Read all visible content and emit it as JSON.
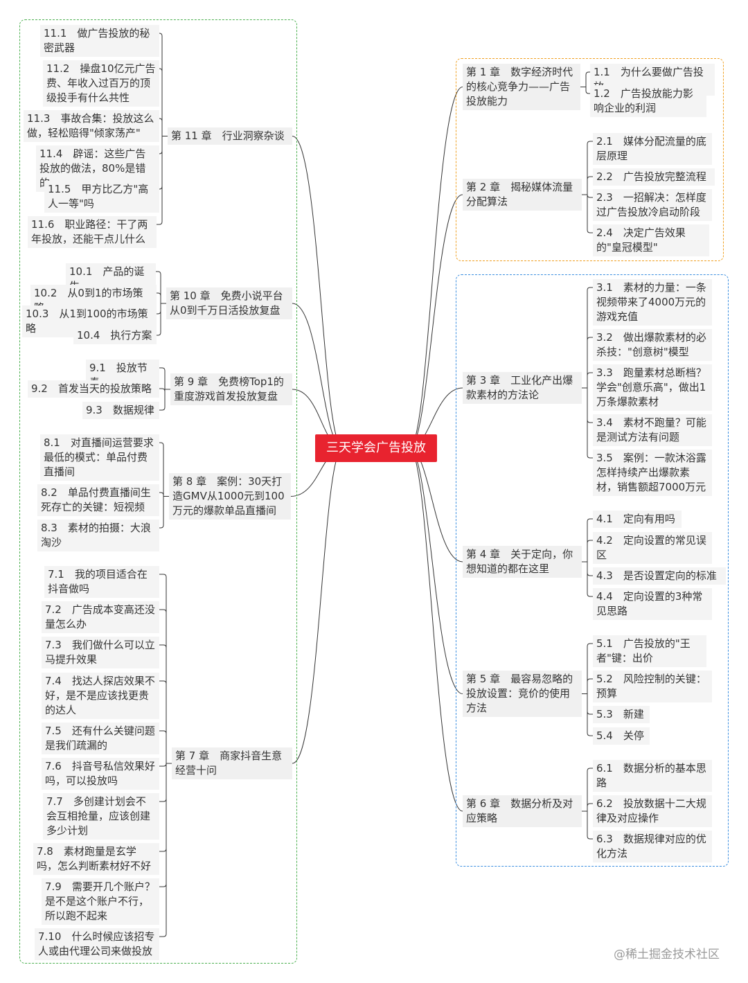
{
  "root": "三天学会广告投放",
  "watermark": "@稀土掘金技术社区",
  "colors": {
    "left_box": "#4cb050",
    "right_top_box": "#f0a020",
    "right_bottom_box": "#3a8ee0",
    "root": "#e8232f",
    "line": "#333333"
  },
  "chapters": {
    "c1": {
      "title": "第 1 章　数字经济时代的核心竞争力——广告投放能力",
      "items": [
        "1.1　为什么要做广告投放",
        "1.2　广告投放能力影响企业的利润"
      ]
    },
    "c2": {
      "title": "第 2 章　揭秘媒体流量分配算法",
      "items": [
        "2.1　媒体分配流量的底层原理",
        "2.2　广告投放完整流程",
        "2.3　一招解决：怎样度过广告投放冷启动阶段",
        "2.4　决定广告效果的\"皇冠模型\""
      ]
    },
    "c3": {
      "title": "第 3 章　工业化产出爆款素材的方法论",
      "items": [
        "3.1　素材的力量：一条视频带来了4000万元的游戏充值",
        "3.2　做出爆款素材的必杀技：\"创意树\"模型",
        "3.3　跑量素材总断档？学会\"创意乐高\"，做出1万条爆款素材",
        "3.4　素材不跑量？可能是测试方法有问题",
        "3.5　案例：一款沐浴露怎样持续产出爆款素材，销售额超7000万元"
      ]
    },
    "c4": {
      "title": "第 4 章　关于定向，你想知道的都在这里",
      "items": [
        "4.1　定向有用吗",
        "4.2　定向设置的常见误区",
        "4.3　是否设置定向的标准",
        "4.4　定向设置的3种常见思路"
      ]
    },
    "c5": {
      "title": "第 5 章　最容易忽略的投放设置：竞价的使用方法",
      "items": [
        "5.1　广告投放的\"王者\"键：出价",
        "5.2　风险控制的关键：预算",
        "5.3　新建",
        "5.4　关停"
      ]
    },
    "c6": {
      "title": "第 6 章　数据分析及对应策略",
      "items": [
        "6.1　数据分析的基本思路",
        "6.2　投放数据十二大规律及对应操作",
        "6.3　数据规律对应的优化方法"
      ]
    },
    "c7": {
      "title": "第 7 章　商家抖音生意经营十问",
      "items": [
        "7.1　我的项目适合在抖音做吗",
        "7.2　广告成本变高还没量怎么办",
        "7.3　我们做什么可以立马提升效果",
        "7.4　找达人探店效果不好，是不是应该找更贵的达人",
        "7.5　还有什么关键问题是我们疏漏的",
        "7.6　抖音号私信效果好吗，可以投放吗",
        "7.7　多创建计划会不会互相抢量，应该创建多少计划",
        "7.8　素材跑量是玄学吗，怎么判断素材好不好",
        "7.9　需要开几个账户？是不是这个账户不行，所以跑不起来",
        "7.10　什么时候应该招专人或由代理公司来做投放"
      ]
    },
    "c8": {
      "title": "第 8 章　案例：30天打造GMV从1000元到100万元的爆款单品直播间",
      "items": [
        "8.1　对直播间运营要求最低的模式：单品付费直播间",
        "8.2　单品付费直播间生死存亡的关键：短视频",
        "8.3　素材的拍摄：大浪淘沙"
      ]
    },
    "c9": {
      "title": "第 9 章　免费榜Top1的重度游戏首发投放复盘",
      "items": [
        "9.1　投放节奏",
        "9.2　首发当天的投放策略",
        "9.3　数据规律"
      ]
    },
    "c10": {
      "title": "第 10 章　免费小说平台从0到千万日活投放复盘",
      "items": [
        "10.1　产品的诞生",
        "10.2　从0到1的市场策略",
        "10.3　从1到100的市场策略",
        "10.4　执行方案"
      ]
    },
    "c11": {
      "title": "第 11 章　行业洞察杂谈",
      "items": [
        "11.1　做广告投放的秘密武器",
        "11.2　操盘10亿元广告费、年收入过百万的顶级投手有什么共性",
        "11.3　事故合集：投放这么做，轻松赔得\"倾家荡产\"",
        "11.4　辟谣：这些广告投放的做法，80%是错的",
        "11.5　甲方比乙方\"高人一等\"吗",
        "11.6　职业路径：干了两年投放，还能干点儿什么"
      ]
    }
  }
}
